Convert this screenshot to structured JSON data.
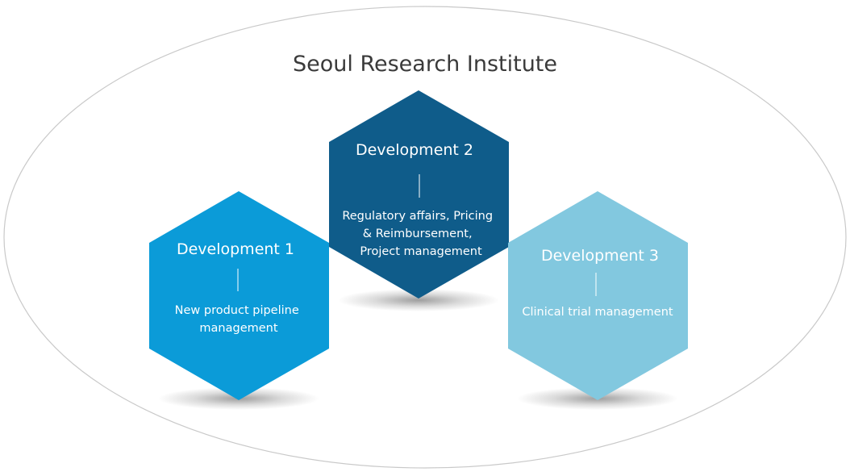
{
  "title": "Seoul Research Institute",
  "colors": {
    "outline": "#c9c9c9",
    "title_text": "#3a3a3a",
    "dev1": "#0b9bd8",
    "dev2": "#0f5c8a",
    "dev3": "#82c8df",
    "text_on_hex": "#ffffff"
  },
  "units": [
    {
      "title": "Development 1",
      "description": [
        "New product pipeline",
        "management"
      ]
    },
    {
      "title": "Development 2",
      "description": [
        "Regulatory affairs, Pricing",
        "& Reimbursement,",
        "Project management"
      ]
    },
    {
      "title": "Development 3",
      "description": [
        "Clinical trial management"
      ]
    }
  ]
}
